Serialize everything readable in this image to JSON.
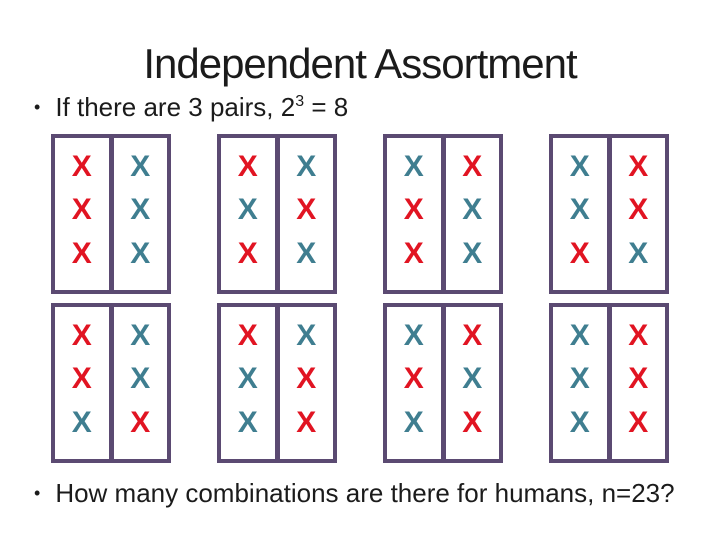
{
  "slide": {
    "title": "Independent Assortment",
    "bullets": {
      "glyph": "•",
      "intro": {
        "prefix": "If there are 3 pairs, 2",
        "exponent": "3",
        "suffix": " = 8"
      },
      "question": "How many combinations are there for humans, n=23?"
    }
  },
  "colors": {
    "red": "#e11422",
    "teal": "#3f7e90",
    "border_purple": "#5b4a72",
    "text": "#1b1b1b",
    "background": "#ffffff"
  },
  "diagram": {
    "symbol": "X",
    "rows": [
      [
        {
          "left": [
            "red",
            "red",
            "red"
          ],
          "right": [
            "teal",
            "teal",
            "teal"
          ]
        },
        {
          "left": [
            "red",
            "teal",
            "red"
          ],
          "right": [
            "teal",
            "red",
            "teal"
          ]
        },
        {
          "left": [
            "teal",
            "red",
            "red"
          ],
          "right": [
            "red",
            "teal",
            "teal"
          ]
        },
        {
          "left": [
            "teal",
            "teal",
            "red"
          ],
          "right": [
            "red",
            "red",
            "teal"
          ]
        }
      ],
      [
        {
          "left": [
            "red",
            "red",
            "teal"
          ],
          "right": [
            "teal",
            "teal",
            "red"
          ]
        },
        {
          "left": [
            "red",
            "teal",
            "teal"
          ],
          "right": [
            "teal",
            "red",
            "red"
          ]
        },
        {
          "left": [
            "teal",
            "red",
            "teal"
          ],
          "right": [
            "red",
            "teal",
            "red"
          ]
        },
        {
          "left": [
            "teal",
            "teal",
            "teal"
          ],
          "right": [
            "red",
            "red",
            "red"
          ]
        }
      ]
    ]
  }
}
